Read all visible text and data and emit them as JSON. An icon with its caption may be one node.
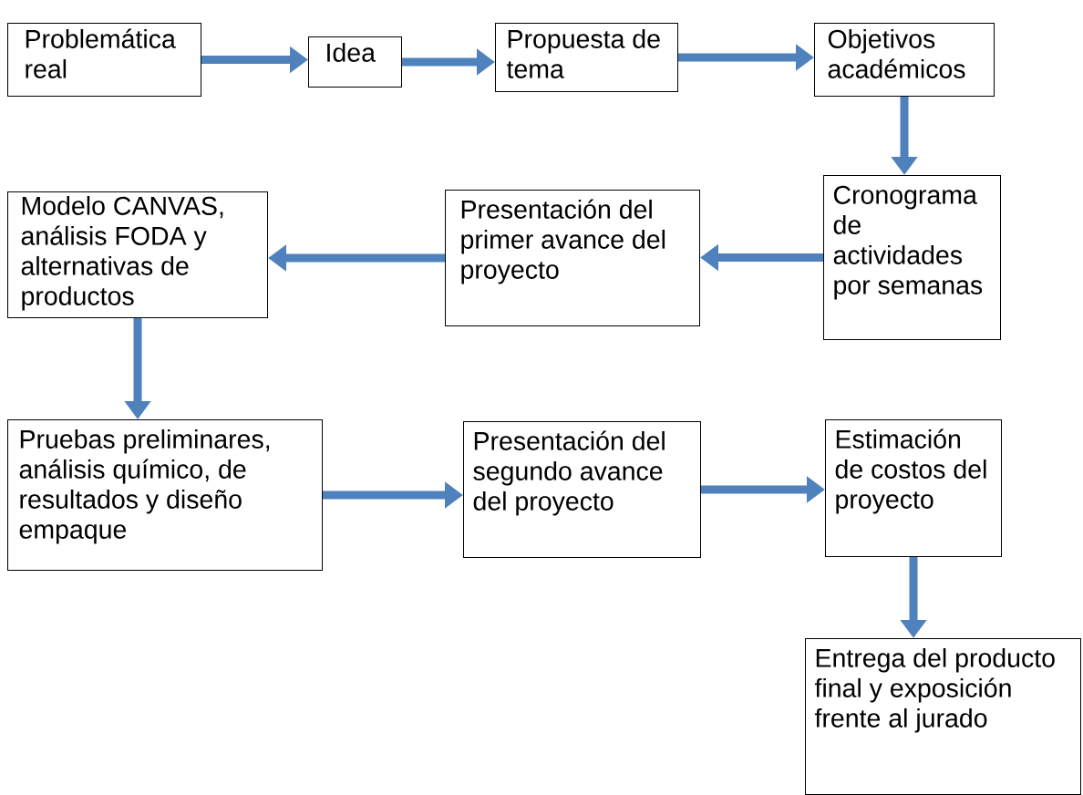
{
  "diagram": {
    "nodes": [
      {
        "text": [
          "Problemática real"
        ]
      },
      {
        "text": [
          "Idea"
        ]
      },
      {
        "text": [
          "Propuesta de tema"
        ]
      },
      {
        "text": [
          "Objetivos académicos"
        ]
      },
      {
        "text": [
          "Cronograma de actividades por semanas"
        ]
      },
      {
        "text": [
          "Presentación del primer avance del proyecto"
        ]
      },
      {
        "text": [
          "Modelo CANVAS, análisis FODA y alternativas de productos"
        ]
      },
      {
        "text": [
          "Pruebas preliminares, análisis químico, de resultados y diseño empaque"
        ]
      },
      {
        "text": [
          "Presentación del segundo avance del proyecto"
        ]
      },
      {
        "text": [
          "Estimación de costos del proyecto"
        ]
      },
      {
        "text": [
          "Entrega del producto final y exposición frente al jurado"
        ]
      }
    ],
    "edges": [
      {
        "from": 0,
        "to": 1,
        "arrow": "to"
      },
      {
        "from": 1,
        "to": 2,
        "arrow": "to"
      },
      {
        "from": 2,
        "to": 3,
        "arrow": "to"
      },
      {
        "from": 3,
        "to": 4,
        "arrow": "to"
      },
      {
        "from": 4,
        "to": 5,
        "arrow": "to"
      },
      {
        "from": 5,
        "to": 6,
        "arrow": "to"
      },
      {
        "from": 6,
        "to": 7,
        "arrow": "to"
      },
      {
        "from": 7,
        "to": 8,
        "arrow": "to"
      },
      {
        "from": 8,
        "to": 9,
        "arrow": "to"
      },
      {
        "from": 9,
        "to": 10,
        "arrow": "to"
      }
    ]
  }
}
